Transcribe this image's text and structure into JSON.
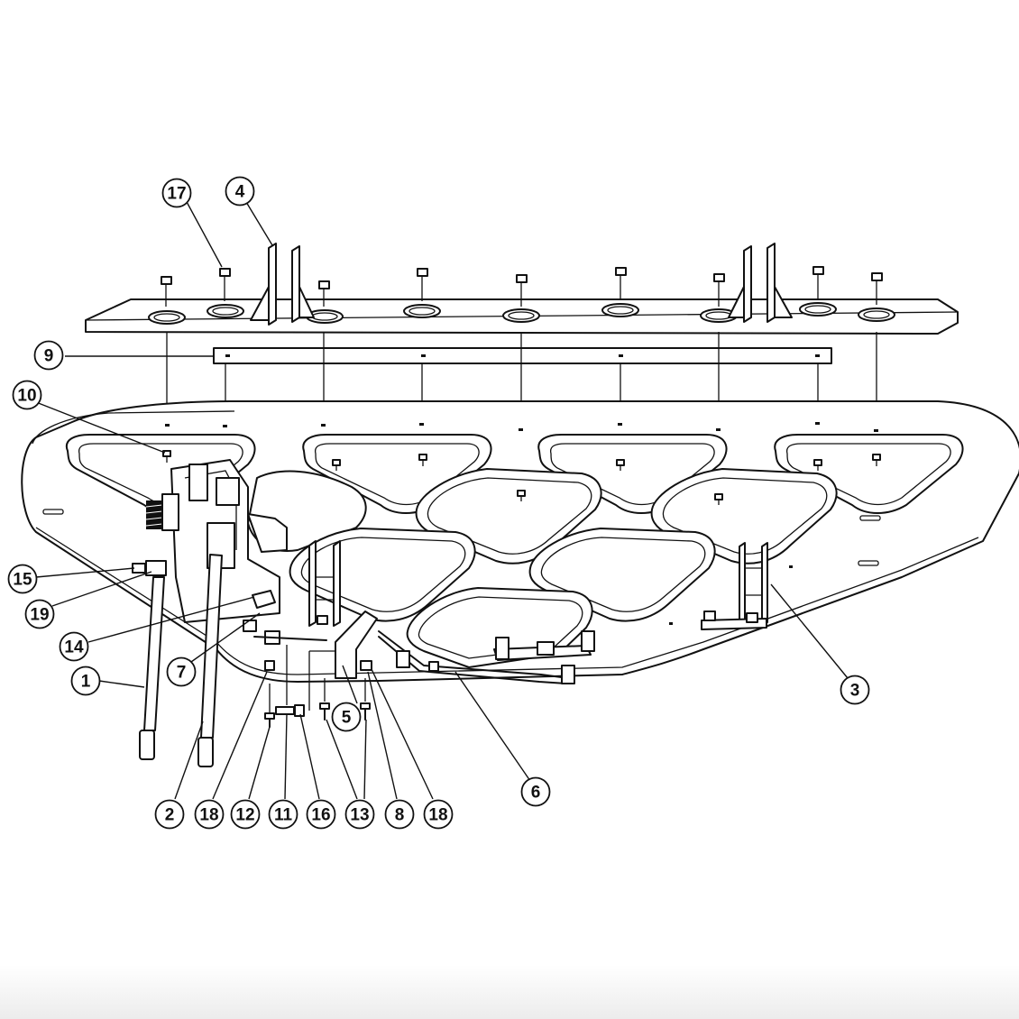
{
  "diagram": {
    "callouts": [
      {
        "id": "c17",
        "label": "17"
      },
      {
        "id": "c4",
        "label": "4"
      },
      {
        "id": "c9",
        "label": "9"
      },
      {
        "id": "c10",
        "label": "10"
      },
      {
        "id": "c15",
        "label": "15"
      },
      {
        "id": "c19",
        "label": "19"
      },
      {
        "id": "c14",
        "label": "14"
      },
      {
        "id": "c7",
        "label": "7"
      },
      {
        "id": "c1",
        "label": "1"
      },
      {
        "id": "c5",
        "label": "5"
      },
      {
        "id": "c3",
        "label": "3"
      },
      {
        "id": "c6",
        "label": "6"
      },
      {
        "id": "c2",
        "label": "2"
      },
      {
        "id": "c18a",
        "label": "18"
      },
      {
        "id": "c12",
        "label": "12"
      },
      {
        "id": "c11",
        "label": "11"
      },
      {
        "id": "c16",
        "label": "16"
      },
      {
        "id": "c13",
        "label": "13"
      },
      {
        "id": "c8",
        "label": "8"
      },
      {
        "id": "c18b",
        "label": "18"
      }
    ]
  }
}
